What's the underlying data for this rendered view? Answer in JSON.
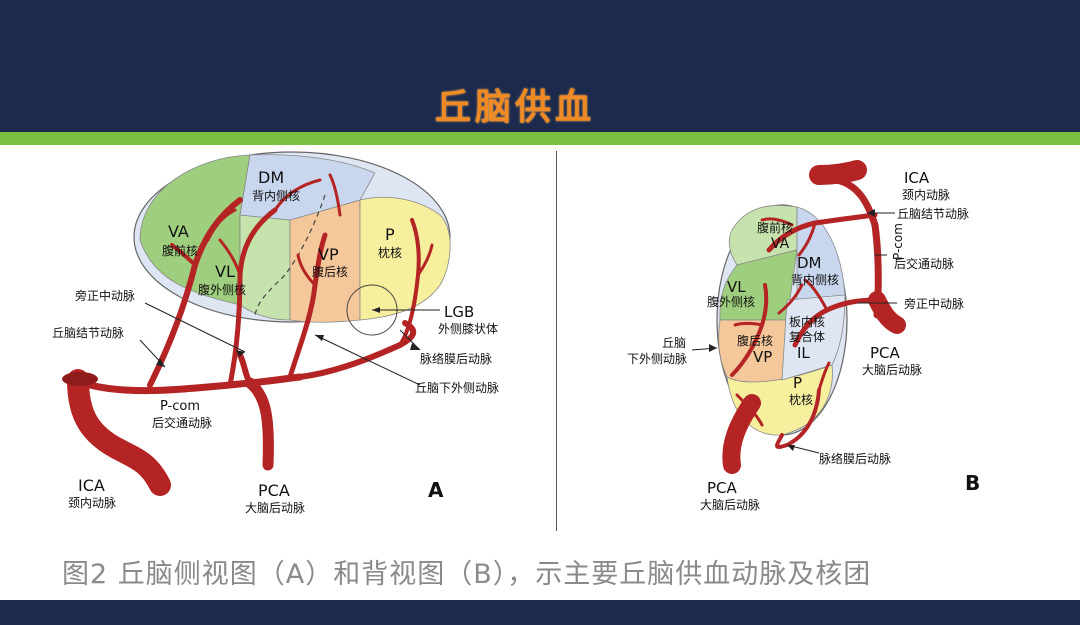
{
  "title": "丘脑供血",
  "colors": {
    "navy": "#1c2a4d",
    "green_bar": "#7cc043",
    "title_orange": "#f08a24",
    "artery": "#b42424"
  },
  "panelA": {
    "DM": "DM",
    "DM_cn": "背内侧核",
    "VA": "VA",
    "VA_cn": "腹前核",
    "VL": "VL",
    "VL_cn": "腹外侧核",
    "VP": "VP",
    "VP_cn": "腹后核",
    "P": "P",
    "P_cn": "枕核",
    "LGB": "LGB",
    "LGB_cn": "外侧膝状体",
    "paramedian": "旁正中动脉",
    "tuberothalamic": "丘脑结节动脉",
    "choroidal": "脉络膜后动脉",
    "inferolateral": "丘脑下外侧动脉",
    "pcom": "P-com",
    "pcom_cn": "后交通动脉",
    "ICA": "ICA",
    "ICA_cn": "颈内动脉",
    "PCA": "PCA",
    "PCA_cn": "大脑后动脉",
    "letter": "A"
  },
  "panelB": {
    "ICA": "ICA",
    "ICA_cn": "颈内动脉",
    "tuberothalamic": "丘脑结节动脉",
    "pcom": "P-com",
    "pcom_cn": "后交通动脉",
    "paramedian": "旁正中动脉",
    "PCA": "PCA",
    "PCA_cn": "大脑后动脉",
    "VA_cn": "腹前核",
    "VA": "VA",
    "DM": "DM",
    "DM_cn": "背内侧核",
    "VL": "VL",
    "VL_cn": "腹外侧核",
    "inferolateral_1": "丘脑",
    "inferolateral_2": "下外侧动脉",
    "VP_cn": "腹后核",
    "VP": "VP",
    "IL_1": "板内核",
    "IL_2": "复合体",
    "IL": "IL",
    "P": "P",
    "P_cn": "枕核",
    "choroidal": "脉络膜后动脉",
    "PCA_bottom": "PCA",
    "PCA_bottom_cn": "大脑后动脉",
    "letter": "B"
  },
  "caption": "图2  丘脑侧视图（A）和背视图（B），示主要丘脑供血动脉及核团"
}
